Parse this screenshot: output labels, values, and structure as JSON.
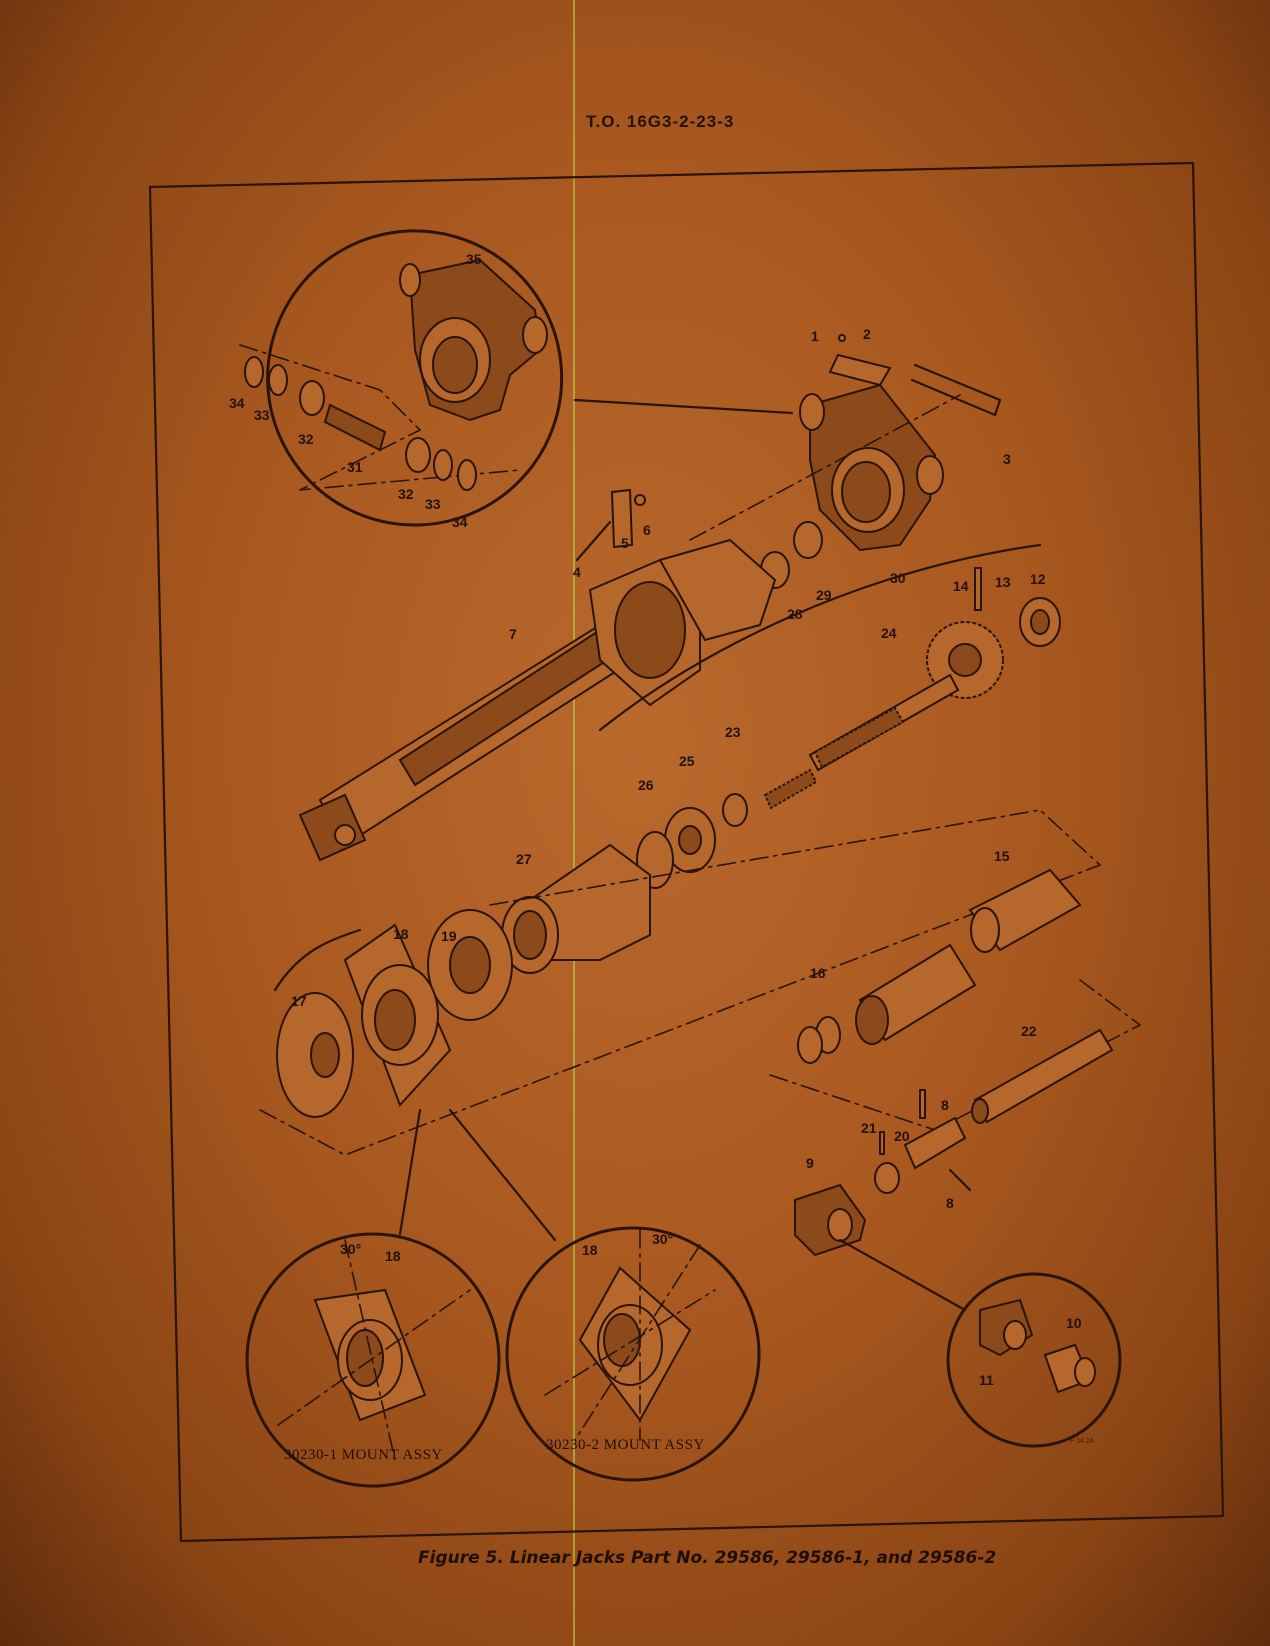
{
  "header": {
    "doc_number": "T.O. 16G3-2-23-3"
  },
  "figure": {
    "caption": "Figure 5.  Linear Jacks Part No. 29586, 29586-1, and 29586-2",
    "mount_assy_1": "30230-1 MOUNT ASSY",
    "mount_assy_2": "30230-2 MOUNT ASSY",
    "angle_label": "30°",
    "plate_code": "F 14 24",
    "callouts": {
      "c35": "35",
      "c34a": "34",
      "c33a": "33",
      "c32a": "32",
      "c31": "31",
      "c32b": "32",
      "c33b": "33",
      "c34b": "34",
      "c1": "1",
      "c2": "2",
      "c3": "3",
      "c4": "4",
      "c5": "5",
      "c6": "6",
      "c28": "28",
      "c29": "29",
      "c30": "30",
      "c14": "14",
      "c13": "13",
      "c12": "12",
      "c7": "7",
      "c24": "24",
      "c23": "23",
      "c25": "25",
      "c26": "26",
      "c27": "27",
      "c15": "15",
      "c19": "19",
      "c18": "18",
      "c17": "17",
      "c16": "16",
      "c22": "22",
      "c8a": "8",
      "c21": "21",
      "c20": "20",
      "c9": "9",
      "c8b": "8",
      "c18m1": "18",
      "c18m2": "18",
      "c10": "10",
      "c11": "11"
    }
  },
  "colors": {
    "paper": "#a9591f",
    "ink": "#2a1408",
    "scan_line": "#b8d24a"
  }
}
